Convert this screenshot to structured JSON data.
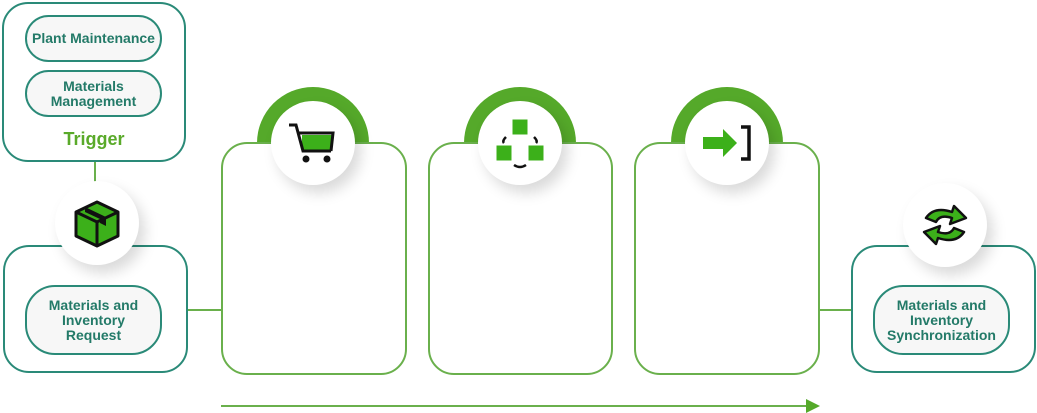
{
  "trigger": {
    "items": [
      "Plant Maintenance",
      "Materials Management"
    ],
    "label": "Trigger"
  },
  "start": {
    "label": "Materials and Inventory Request",
    "icon": "package-box-icon"
  },
  "steps": [
    {
      "icon": "shopping-cart-icon"
    },
    {
      "icon": "cubes-network-icon"
    },
    {
      "icon": "arrow-into-bracket-icon"
    }
  ],
  "end": {
    "label": "Materials and Inventory Synchronization",
    "icon": "sync-arrows-icon"
  },
  "colors": {
    "teal": "#2a8a78",
    "green": "#55a92a"
  }
}
